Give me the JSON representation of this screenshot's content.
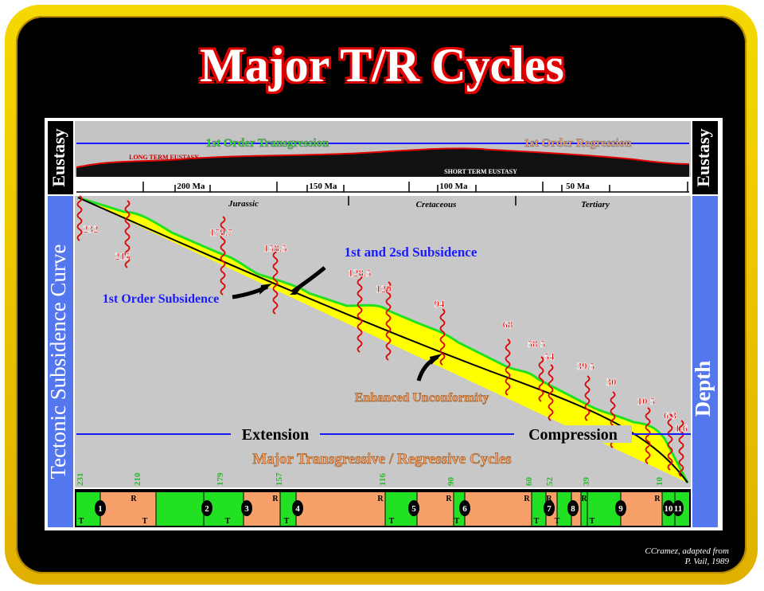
{
  "title": "Major T/R Cycles",
  "labels": {
    "eustasy_left": "Eustasy",
    "eustasy_right": "Eustasy",
    "tectonic": "Tectonic Subsidence Curve",
    "depth": "Depth",
    "first_transgression": "1st Order Transgression",
    "first_regression": "1st Order Regression",
    "long_term": "LONG TERM EUSTASY",
    "short_term": "SHORT TERM EUSTASY",
    "first_second_subsidence": "1st and 2sd Subsidence",
    "first_order_subsidence": "1st Order Subsidence",
    "enhanced_unconformity": "Enhanced Unconformity",
    "extension": "Extension",
    "compression": "Compression",
    "major_cycles": "Major Transgressive / Regressive Cycles"
  },
  "timescale": [
    "200 Ma",
    "150 Ma",
    "100 Ma",
    "50 Ma"
  ],
  "periods": [
    "Jurassic",
    "Cretaceous",
    "Tertiary"
  ],
  "red_ages": [
    "232",
    "215",
    "179.7",
    "158.5",
    "128.5",
    "120",
    "94",
    "68",
    "58.5",
    "54",
    "39.5",
    "30",
    "10.5",
    "6.3",
    "1.6"
  ],
  "green_ages": [
    "231",
    "210",
    "179",
    "157",
    "116",
    "90",
    "60",
    "52",
    "39",
    "10"
  ],
  "cycle_numbers": [
    "1",
    "2",
    "3",
    "4",
    "5",
    "6",
    "7",
    "8",
    "9",
    "10",
    "11"
  ],
  "cycle_letters": {
    "r": "R",
    "t": "T"
  },
  "credit": {
    "line1": "CCramez, adapted from",
    "line2": "P. Vail, 1989"
  },
  "colors": {
    "frame": "#f0c800",
    "title_outline": "#e00000",
    "transgressive": "#22e022",
    "regressive": "#f7a06a",
    "fill": "#ffff00",
    "blue": "#1a1aff",
    "label_bg": "#5577ee"
  }
}
